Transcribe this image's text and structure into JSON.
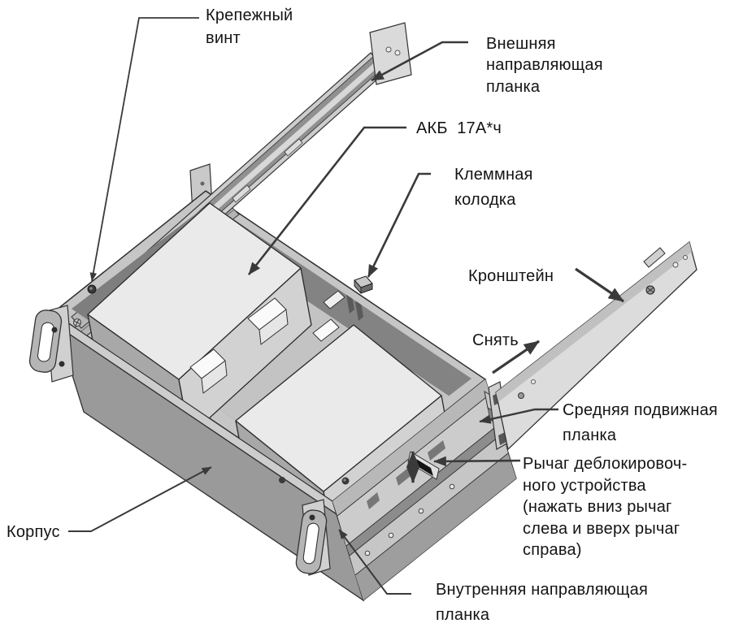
{
  "figure": {
    "colors": {
      "background": "#ffffff",
      "line": "#3a3a3a",
      "text": "#141414",
      "battery_top": "#eaeaea",
      "chassis_gray": "#9a9a9a"
    }
  },
  "labels": {
    "mounting_screw": {
      "text": "Крепежный\nвинт"
    },
    "outer_rail": {
      "text": "Внешняя\nнаправляющая\nпланка"
    },
    "battery": {
      "text": "АКБ  17А*ч"
    },
    "terminal_block": {
      "text": "Клеммная\nколодка"
    },
    "bracket": {
      "text": "Кронштейн"
    },
    "remove": {
      "text": "Снять"
    },
    "middle_rail": {
      "text": "Средняя подвижная\nпланка"
    },
    "release_lever": {
      "text": "Рычаг деблокировоч-\nного устройства\n(нажать вниз рычаг\nслева и вверх рычаг\nсправа)"
    },
    "case": {
      "text": "Корпус"
    },
    "inner_rail": {
      "text": "Внутренняя направляющая\nпланка"
    }
  }
}
